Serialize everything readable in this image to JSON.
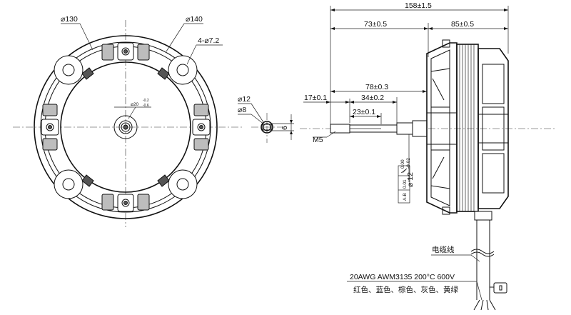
{
  "front_view": {
    "dia_130": "⌀130",
    "dia_140": "⌀140",
    "holes": "4-⌀7.2",
    "bore_base": "⌀20",
    "bore_tol_upper": "-0.2",
    "bore_tol_lower": "-0.6"
  },
  "shaft_section": {
    "dia_12": "⌀12",
    "dia_8": "⌀8",
    "flat": "6"
  },
  "side_view": {
    "overall": "158±1.5",
    "dim_73": "73±0.5",
    "dim_85": "85±0.5",
    "dim_78": "78±0.3",
    "dim_17": "17±0.1",
    "dim_34": "34±0.2",
    "dim_23": "23±0.1",
    "thread": "M5",
    "shaft_dia": "⌀ 12",
    "shaft_tol_upper": "0.00",
    "shaft_tol_lower": "-0.02",
    "runout_value": "0.01",
    "runout_datum": "A-B"
  },
  "cable": {
    "title": "电缆线",
    "spec": "20AWG  AWM3135 200°C 600V",
    "colors": "红色、蓝色、棕色、灰色、黄绿"
  }
}
